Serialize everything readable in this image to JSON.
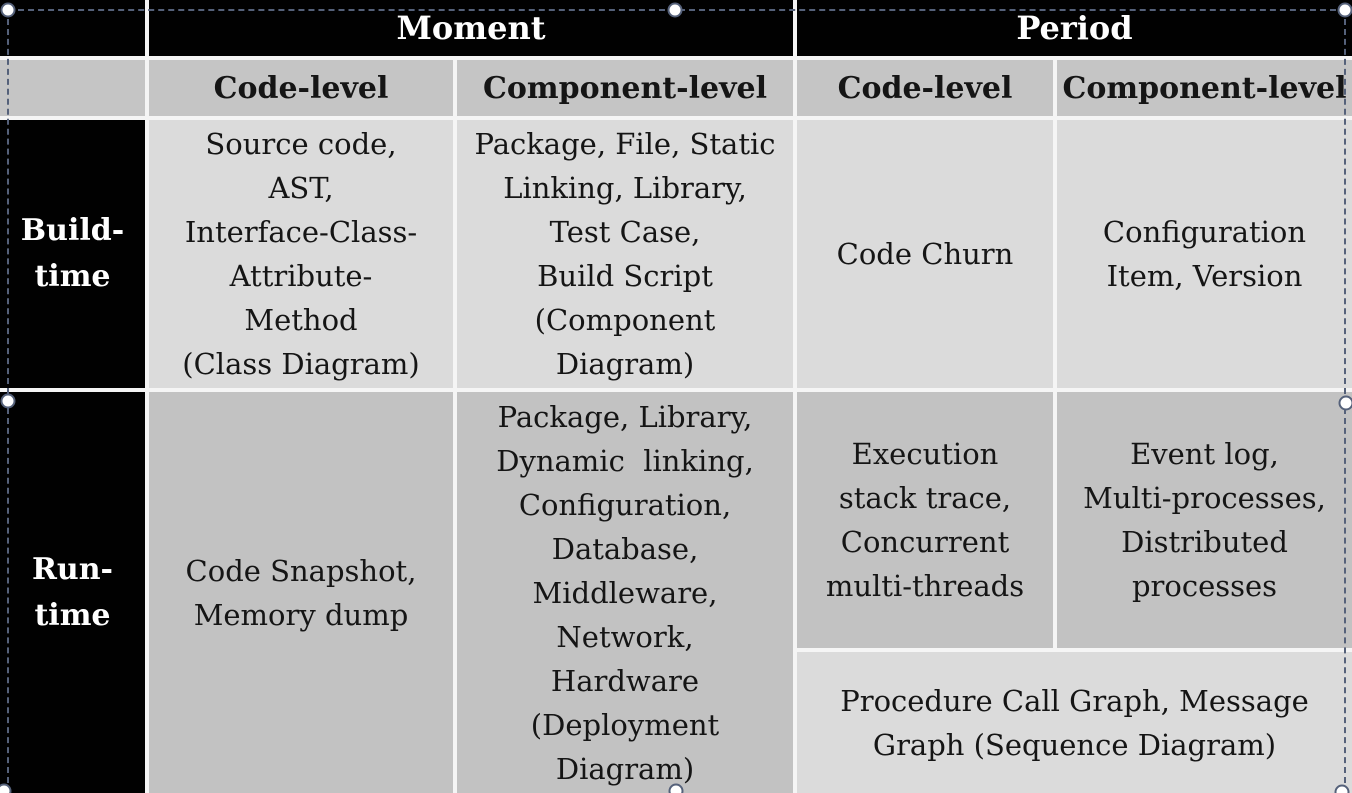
{
  "table": {
    "headers": {
      "moment": "Moment",
      "period": "Period"
    },
    "subheaders": {
      "moment_code": "Code-level",
      "moment_component": "Component-level",
      "period_code": "Code-level",
      "period_component": "Component-level"
    },
    "rows": {
      "build_time": {
        "label": "Build-\ntime",
        "moment_code": "Source code,\nAST,\nInterface-Class-\nAttribute-\nMethod\n(Class Diagram)",
        "moment_component": "Package, File, Static\nLinking, Library,\nTest Case,\nBuild Script\n(Component\nDiagram)",
        "period_code": "Code Churn",
        "period_component": "Configuration\nItem, Version"
      },
      "run_time": {
        "label": "Run-\ntime",
        "moment_code": "Code Snapshot,\nMemory dump",
        "moment_component": "Package, Library,\nDynamic  linking,\nConfiguration,\nDatabase,\nMiddleware,\nNetwork,\nHardware\n(Deployment\nDiagram)",
        "period_code": "Execution\nstack trace,\nConcurrent\nmulti-threads",
        "period_component": "Event log,\nMulti-processes,\nDistributed\nprocesses",
        "period_span": "Procedure Call Graph, Message\nGraph (Sequence Diagram)"
      }
    }
  },
  "colors": {
    "header_bg": "#010101",
    "header_text": "#ffffff",
    "subheader_bg": "#c5c5c5",
    "cell_light_bg": "#dbdbdb",
    "cell_dark_bg": "#c2c2c2",
    "body_text": "#151515",
    "gridline": "#f5f5f5",
    "selection": "#55617a"
  }
}
